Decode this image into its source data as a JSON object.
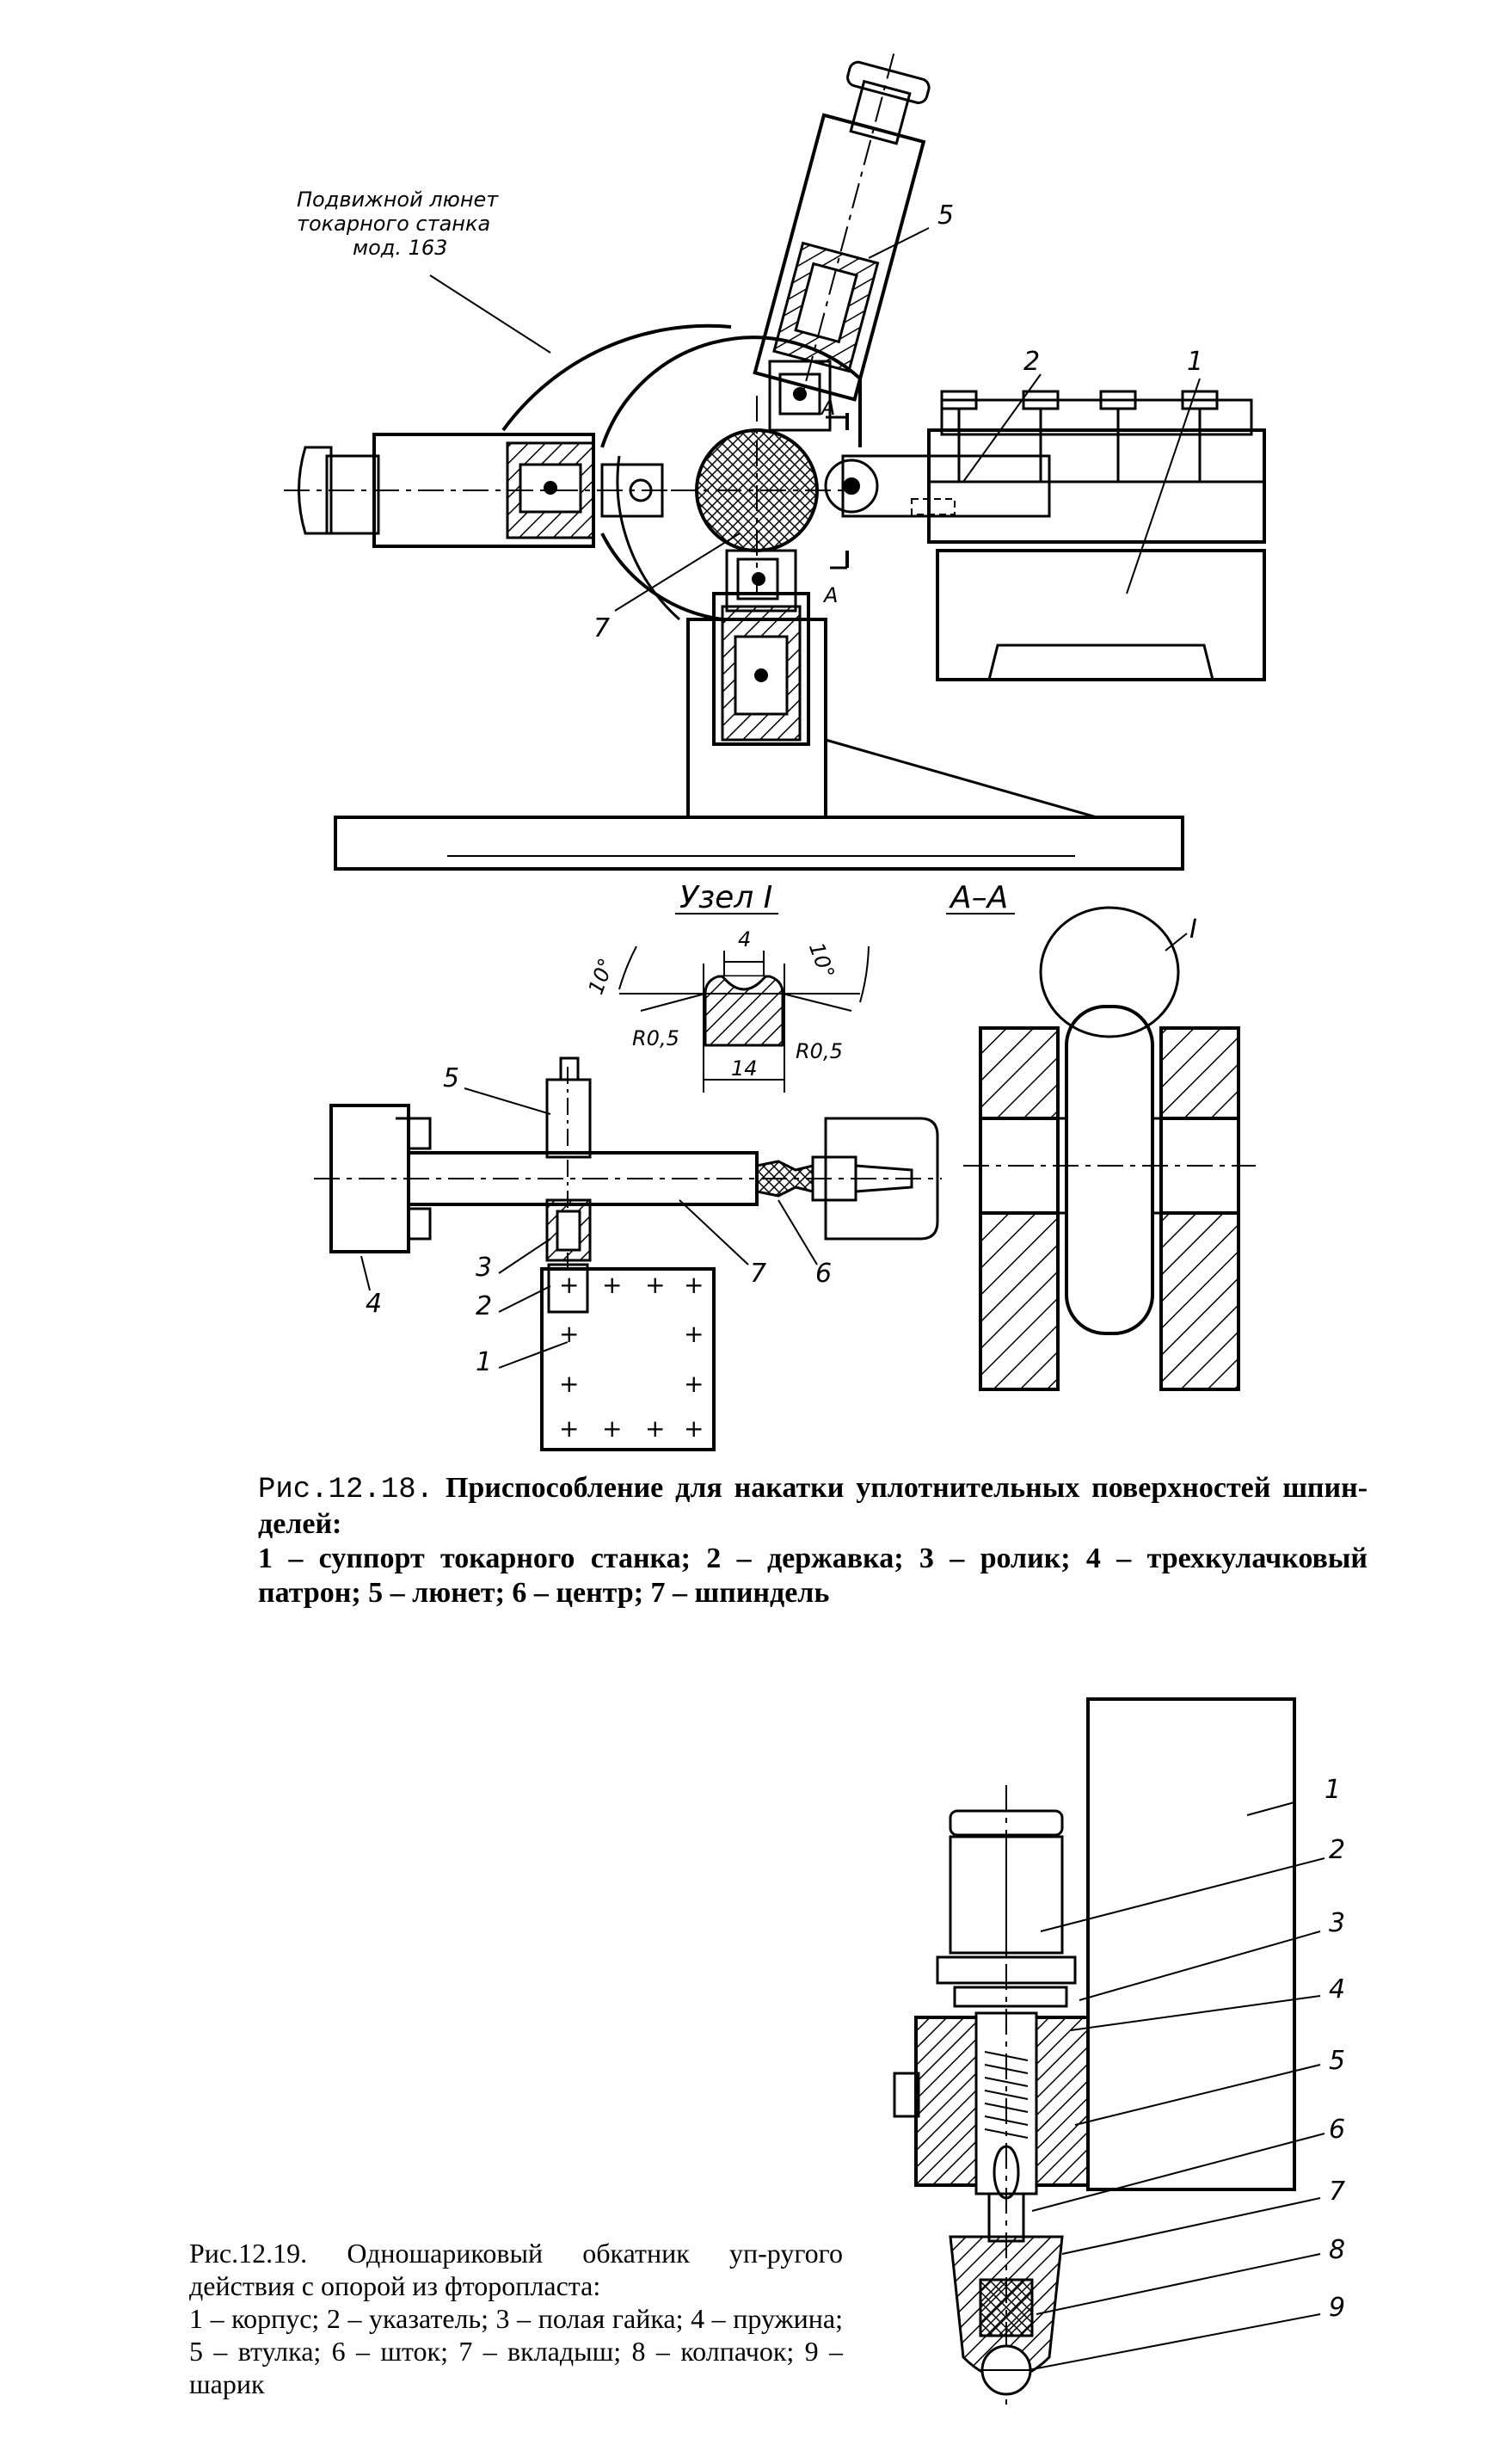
{
  "fig18": {
    "note_lines": [
      "Подвижной люнет",
      "токарного станка",
      "мод. 163"
    ],
    "labels": {
      "n1": "1",
      "n2": "2",
      "n5": "5",
      "n7": "7",
      "cut_a_top": "A",
      "cut_a_bottom": "A"
    },
    "section_titles": {
      "node": "Узел I",
      "section": "A–A"
    },
    "roller_detail": {
      "dim_top": "4",
      "dim_bottom": "14",
      "r_left": "R0,5",
      "r_right": "R0,5",
      "angle_left": "10°",
      "angle_right": "10°"
    },
    "plan_labels": {
      "n1": "1",
      "n2": "2",
      "n3": "3",
      "n4": "4",
      "n5": "5",
      "n6": "6",
      "n7": "7"
    },
    "section_label": "I",
    "caption": {
      "number": "Рис.12.18.",
      "title": "Приспособление для накатки уплотнительных поверхностей шпин-делей:",
      "legend": "1 – суппорт токарного станка; 2 – державка; 3 – ролик; 4 – трехкулачковый патрон; 5 – люнет; 6 – центр; 7 – шпиндель"
    }
  },
  "fig19": {
    "labels": {
      "n1": "1",
      "n2": "2",
      "n3": "3",
      "n4": "4",
      "n5": "5",
      "n6": "6",
      "n7": "7",
      "n8": "8",
      "n9": "9"
    },
    "caption": {
      "number": "Рис.12.19.",
      "title": "Одношариковый обкатник уп-ругого действия с опорой из фторопласта:",
      "legend": "1 – корпус; 2 – указатель; 3 – полая гайка; 4 – пружина; 5 – втулка; 6 – шток; 7 – вкладыш; 8 – колпачок; 9 – шарик"
    }
  }
}
